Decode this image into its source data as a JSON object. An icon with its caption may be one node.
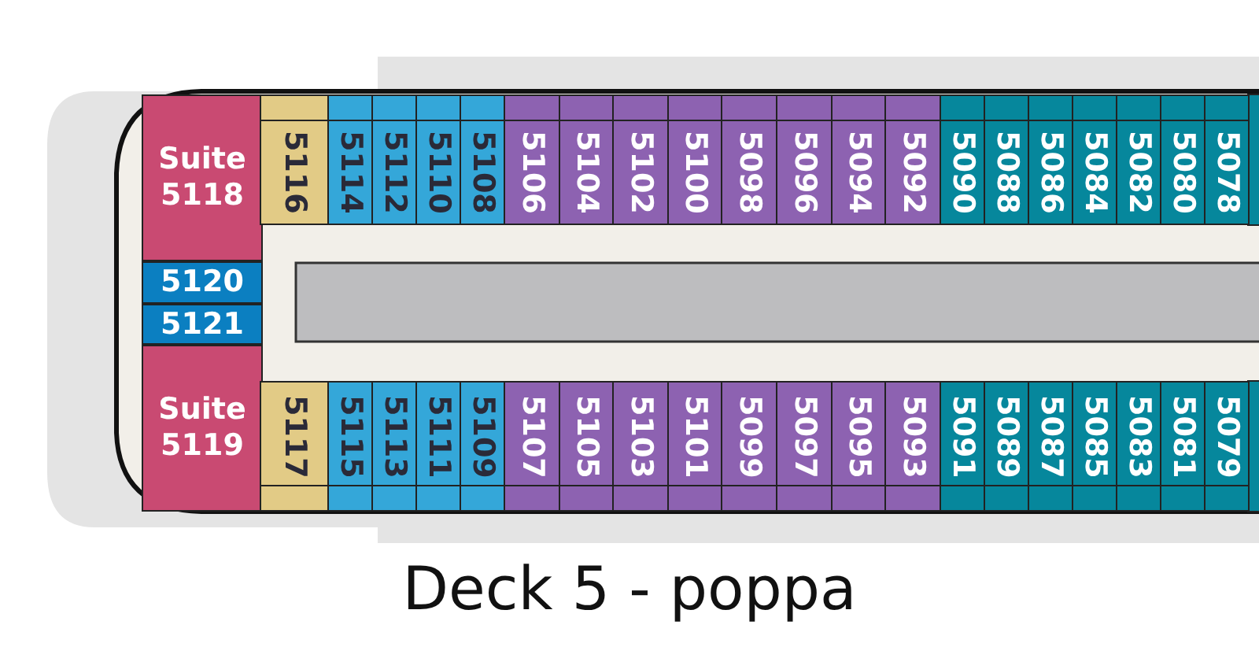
{
  "diagram": {
    "title": "Deck 5 - poppa",
    "nodes": [
      {
        "text": [
          "Suite 5118"
        ]
      },
      {
        "text": [
          "5116"
        ]
      },
      {
        "text": [
          "5114"
        ]
      },
      {
        "text": [
          "5112"
        ]
      },
      {
        "text": [
          "5110"
        ]
      },
      {
        "text": [
          "5108"
        ]
      },
      {
        "text": [
          "5106"
        ]
      },
      {
        "text": [
          "5104"
        ]
      },
      {
        "text": [
          "5102"
        ]
      },
      {
        "text": [
          "5100"
        ]
      },
      {
        "text": [
          "5098"
        ]
      },
      {
        "text": [
          "5096"
        ]
      },
      {
        "text": [
          "5094"
        ]
      },
      {
        "text": [
          "5092"
        ]
      },
      {
        "text": [
          "5090"
        ]
      },
      {
        "text": [
          "5088"
        ]
      },
      {
        "text": [
          "5086"
        ]
      },
      {
        "text": [
          "5084"
        ]
      },
      {
        "text": [
          "5082"
        ]
      },
      {
        "text": [
          "5080"
        ]
      },
      {
        "text": [
          "5078"
        ]
      },
      {
        "text": [
          "5120"
        ]
      },
      {
        "text": [
          "5121"
        ]
      },
      {
        "text": [
          "Suite 5119"
        ]
      },
      {
        "text": [
          "5117"
        ]
      },
      {
        "text": [
          "5115"
        ]
      },
      {
        "text": [
          "5113"
        ]
      },
      {
        "text": [
          "5111"
        ]
      },
      {
        "text": [
          "5109"
        ]
      },
      {
        "text": [
          "5107"
        ]
      },
      {
        "text": [
          "5105"
        ]
      },
      {
        "text": [
          "5103"
        ]
      },
      {
        "text": [
          "5101"
        ]
      },
      {
        "text": [
          "5099"
        ]
      },
      {
        "text": [
          "5097"
        ]
      },
      {
        "text": [
          "5095"
        ]
      },
      {
        "text": [
          "5093"
        ]
      },
      {
        "text": [
          "5091"
        ]
      },
      {
        "text": [
          "5089"
        ]
      },
      {
        "text": [
          "5087"
        ]
      },
      {
        "text": [
          "5085"
        ]
      },
      {
        "text": [
          "5083"
        ]
      },
      {
        "text": [
          "5081"
        ]
      },
      {
        "text": [
          "5079"
        ]
      }
    ]
  }
}
